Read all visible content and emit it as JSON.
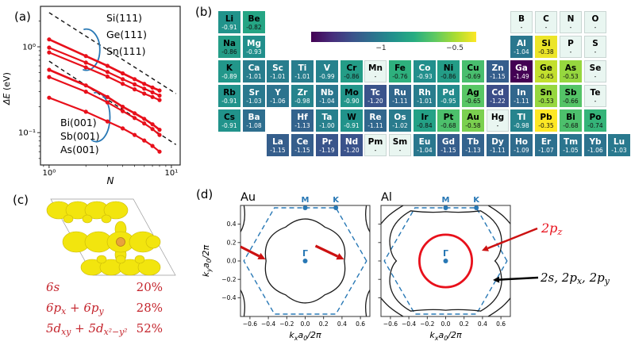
{
  "chart_data": [
    {
      "id": "panel_a",
      "type": "line",
      "panel_label": "(a)",
      "xlabel": "N",
      "ylabel_math": "ΔE",
      "ylabel_unit": " (eV)",
      "xscale": "log",
      "yscale": "log",
      "xlim": [
        0.85,
        11.8
      ],
      "ylim": [
        0.042,
        2.96
      ],
      "x_tick_labels": [
        "10⁰",
        "10¹"
      ],
      "x_tick_values": [
        1,
        10
      ],
      "y_tick_labels": [
        "10⁰",
        "10⁻¹"
      ],
      "y_tick_values": [
        1,
        0.1
      ],
      "x": [
        1,
        2,
        3,
        4,
        5,
        6,
        7,
        8
      ],
      "series": [
        {
          "name": "Si(111)",
          "values": [
            1.22,
            0.78,
            0.6,
            0.49,
            0.42,
            0.37,
            0.335,
            0.31
          ]
        },
        {
          "name": "Ge(111)",
          "values": [
            0.98,
            0.655,
            0.51,
            0.42,
            0.365,
            0.325,
            0.295,
            0.27
          ]
        },
        {
          "name": "Sn(111)",
          "values": [
            0.86,
            0.575,
            0.45,
            0.37,
            0.32,
            0.285,
            0.26,
            0.24
          ]
        },
        {
          "name": "Bi(001)",
          "values": [
            0.54,
            0.355,
            0.26,
            0.2,
            0.168,
            0.145,
            0.125,
            0.108
          ]
        },
        {
          "name": "Sb(001)",
          "values": [
            0.445,
            0.3,
            0.225,
            0.178,
            0.148,
            0.128,
            0.11,
            0.094
          ]
        },
        {
          "name": "As(001)",
          "values": [
            0.255,
            0.175,
            0.135,
            0.112,
            0.094,
            0.081,
            0.07,
            0.06
          ]
        }
      ],
      "guide_lines": [
        {
          "from": [
            1.0,
            2.5
          ],
          "to": [
            10.9,
            0.285
          ]
        },
        {
          "from": [
            1.0,
            0.68
          ],
          "to": [
            10.9,
            0.0725
          ]
        }
      ],
      "group_annotations": [
        {
          "labels": [
            "Si(111)",
            "Ge(111)",
            "Sn(111)"
          ],
          "x": 134,
          "ys": [
            22,
            43,
            64
          ]
        },
        {
          "labels": [
            "Bi(001)",
            "Sb(001)",
            "As(001)"
          ],
          "x": 76,
          "ys": [
            154,
            171,
            188
          ]
        }
      ],
      "series_color": "#e8101b",
      "guide_color": "#111111",
      "bracket_color": "#2878b5"
    },
    {
      "id": "panel_b",
      "type": "heatmap",
      "panel_label": "(b)",
      "colorbar": {
        "tick_labels": [
          "−1",
          "−0.5"
        ],
        "tick_values": [
          -1,
          -0.5
        ],
        "vmin": -1.49,
        "vmax": -0.35,
        "colormap": "viridis"
      },
      "empty_value_label": "-",
      "rows": [
        {
          "row": 1,
          "start": 1,
          "cells": [
            [
              "Li",
              -0.91
            ],
            [
              "Be",
              -0.82
            ]
          ]
        },
        {
          "row": 1,
          "start": 13,
          "cells": [
            [
              "B",
              null
            ],
            [
              "C",
              null
            ],
            [
              "N",
              null
            ],
            [
              "O",
              null
            ]
          ]
        },
        {
          "row": 2,
          "start": 1,
          "cells": [
            [
              "Na",
              -0.86
            ],
            [
              "Mg",
              -0.93
            ]
          ]
        },
        {
          "row": 2,
          "start": 13,
          "cells": [
            [
              "Al",
              -1.04
            ],
            [
              "Si",
              -0.38
            ],
            [
              "P",
              null
            ],
            [
              "S",
              null
            ]
          ]
        },
        {
          "row": 3,
          "start": 1,
          "cells": [
            [
              "K",
              -0.89
            ],
            [
              "Ca",
              -1.01
            ],
            [
              "Sc",
              -1.01
            ],
            [
              "Ti",
              -1.01
            ],
            [
              "V",
              -0.99
            ],
            [
              "Cr",
              -0.86
            ],
            [
              "Mn",
              null
            ],
            [
              "Fe",
              -0.76
            ],
            [
              "Co",
              -0.93
            ],
            [
              "Ni",
              -0.86
            ],
            [
              "Cu",
              -0.69
            ],
            [
              "Zn",
              -1.15
            ],
            [
              "Ga",
              -1.49
            ],
            [
              "Ge",
              -0.45
            ],
            [
              "As",
              -0.53
            ],
            [
              "Se",
              null
            ]
          ]
        },
        {
          "row": 4,
          "start": 1,
          "cells": [
            [
              "Rb",
              -0.91
            ],
            [
              "Sr",
              -1.03
            ],
            [
              "Y",
              -1.06
            ],
            [
              "Zr",
              -0.98
            ],
            [
              "Nb",
              -1.04
            ],
            [
              "Mo",
              -0.9
            ],
            [
              "Tc",
              -1.2
            ],
            [
              "Ru",
              -1.11
            ],
            [
              "Rh",
              -1.01
            ],
            [
              "Pd",
              -0.95
            ],
            [
              "Ag",
              -0.65
            ],
            [
              "Cd",
              -1.22
            ],
            [
              "In",
              -1.11
            ],
            [
              "Sn",
              -0.53
            ],
            [
              "Sb",
              -0.66
            ],
            [
              "Te",
              null
            ]
          ]
        },
        {
          "row": 5,
          "start": 1,
          "cells": [
            [
              "Cs",
              -0.91
            ],
            [
              "Ba",
              -1.08
            ]
          ]
        },
        {
          "row": 5,
          "start": 4,
          "cells": [
            [
              "Hf",
              -1.13
            ],
            [
              "Ta",
              -1.0
            ],
            [
              "W",
              -0.91
            ],
            [
              "Re",
              -1.11
            ],
            [
              "Os",
              -1.02
            ],
            [
              "Ir",
              -0.84
            ],
            [
              "Pt",
              -0.68
            ],
            [
              "Au",
              -0.58
            ],
            [
              "Hg",
              null
            ],
            [
              "Tl",
              -0.98
            ],
            [
              "Pb",
              -0.35
            ],
            [
              "Bi",
              -0.68
            ],
            [
              "Po",
              -0.74
            ]
          ]
        },
        {
          "row": 6,
          "start": 3,
          "cells": [
            [
              "La",
              -1.15
            ],
            [
              "Ce",
              -1.15
            ],
            [
              "Pr",
              -1.19
            ],
            [
              "Nd",
              -1.2
            ],
            [
              "Pm",
              null
            ],
            [
              "Sm",
              null
            ],
            [
              "Eu",
              -1.04
            ],
            [
              "Gd",
              -1.15
            ],
            [
              "Tb",
              -1.13
            ],
            [
              "Dy",
              -1.11
            ],
            [
              "Ho",
              -1.09
            ],
            [
              "Er",
              -1.07
            ],
            [
              "Tm",
              -1.05
            ],
            [
              "Yb",
              -1.06
            ],
            [
              "Lu",
              -1.03
            ]
          ]
        }
      ]
    },
    {
      "id": "panel_c",
      "type": "isosurface",
      "panel_label": "(c)",
      "legend_lines": [
        {
          "orbital": "6s",
          "pct": "20%"
        },
        {
          "orbital": "6p~x~ + 6p~y~",
          "pct": "28%"
        },
        {
          "orbital": "5d~xy~ + 5d~x²−y²~",
          "pct": "52%"
        }
      ],
      "text_color": "#c4242c",
      "blob_color": "#f2e50e",
      "blob_edge": "#c9b80a",
      "core_color": "#e8a33d"
    },
    {
      "id": "panel_d",
      "type": "contour",
      "panel_label": "(d)",
      "xlabel": "k~x~a~0~/2π",
      "ylabel": "k~y~a~0~/2π",
      "x_tick_labels": [
        "−0.6",
        "−0.4",
        "−0.2",
        "0.0",
        "0.2",
        "0.4",
        "0.6"
      ],
      "x_tick_values": [
        -0.6,
        -0.4,
        -0.2,
        0.0,
        0.2,
        0.4,
        0.6
      ],
      "y_tick_labels": [
        "0.4",
        "0.2",
        "0.0",
        "−0.2",
        "−0.4"
      ],
      "y_tick_values": [
        0.4,
        0.2,
        0.0,
        -0.2,
        -0.4
      ],
      "special_points": {
        "gamma": "Γ",
        "m": "M",
        "k": "K"
      },
      "subplots": [
        {
          "title": "Au",
          "has_circle": false,
          "show_y_tick_labels": true
        },
        {
          "title": "Al",
          "has_circle": true,
          "circle_radius": 0.285,
          "show_y_tick_labels": false
        }
      ],
      "annotations": [
        {
          "text": "2p~z~",
          "color": "#e8101b"
        },
        {
          "text": "2s, 2p~x~, 2p~y~",
          "color": "#000000"
        }
      ],
      "bz_color": "#2878b5",
      "fs_color": "#1a1a1a",
      "circle_color": "#e8101b",
      "arrow_color": "#cc1111"
    }
  ]
}
